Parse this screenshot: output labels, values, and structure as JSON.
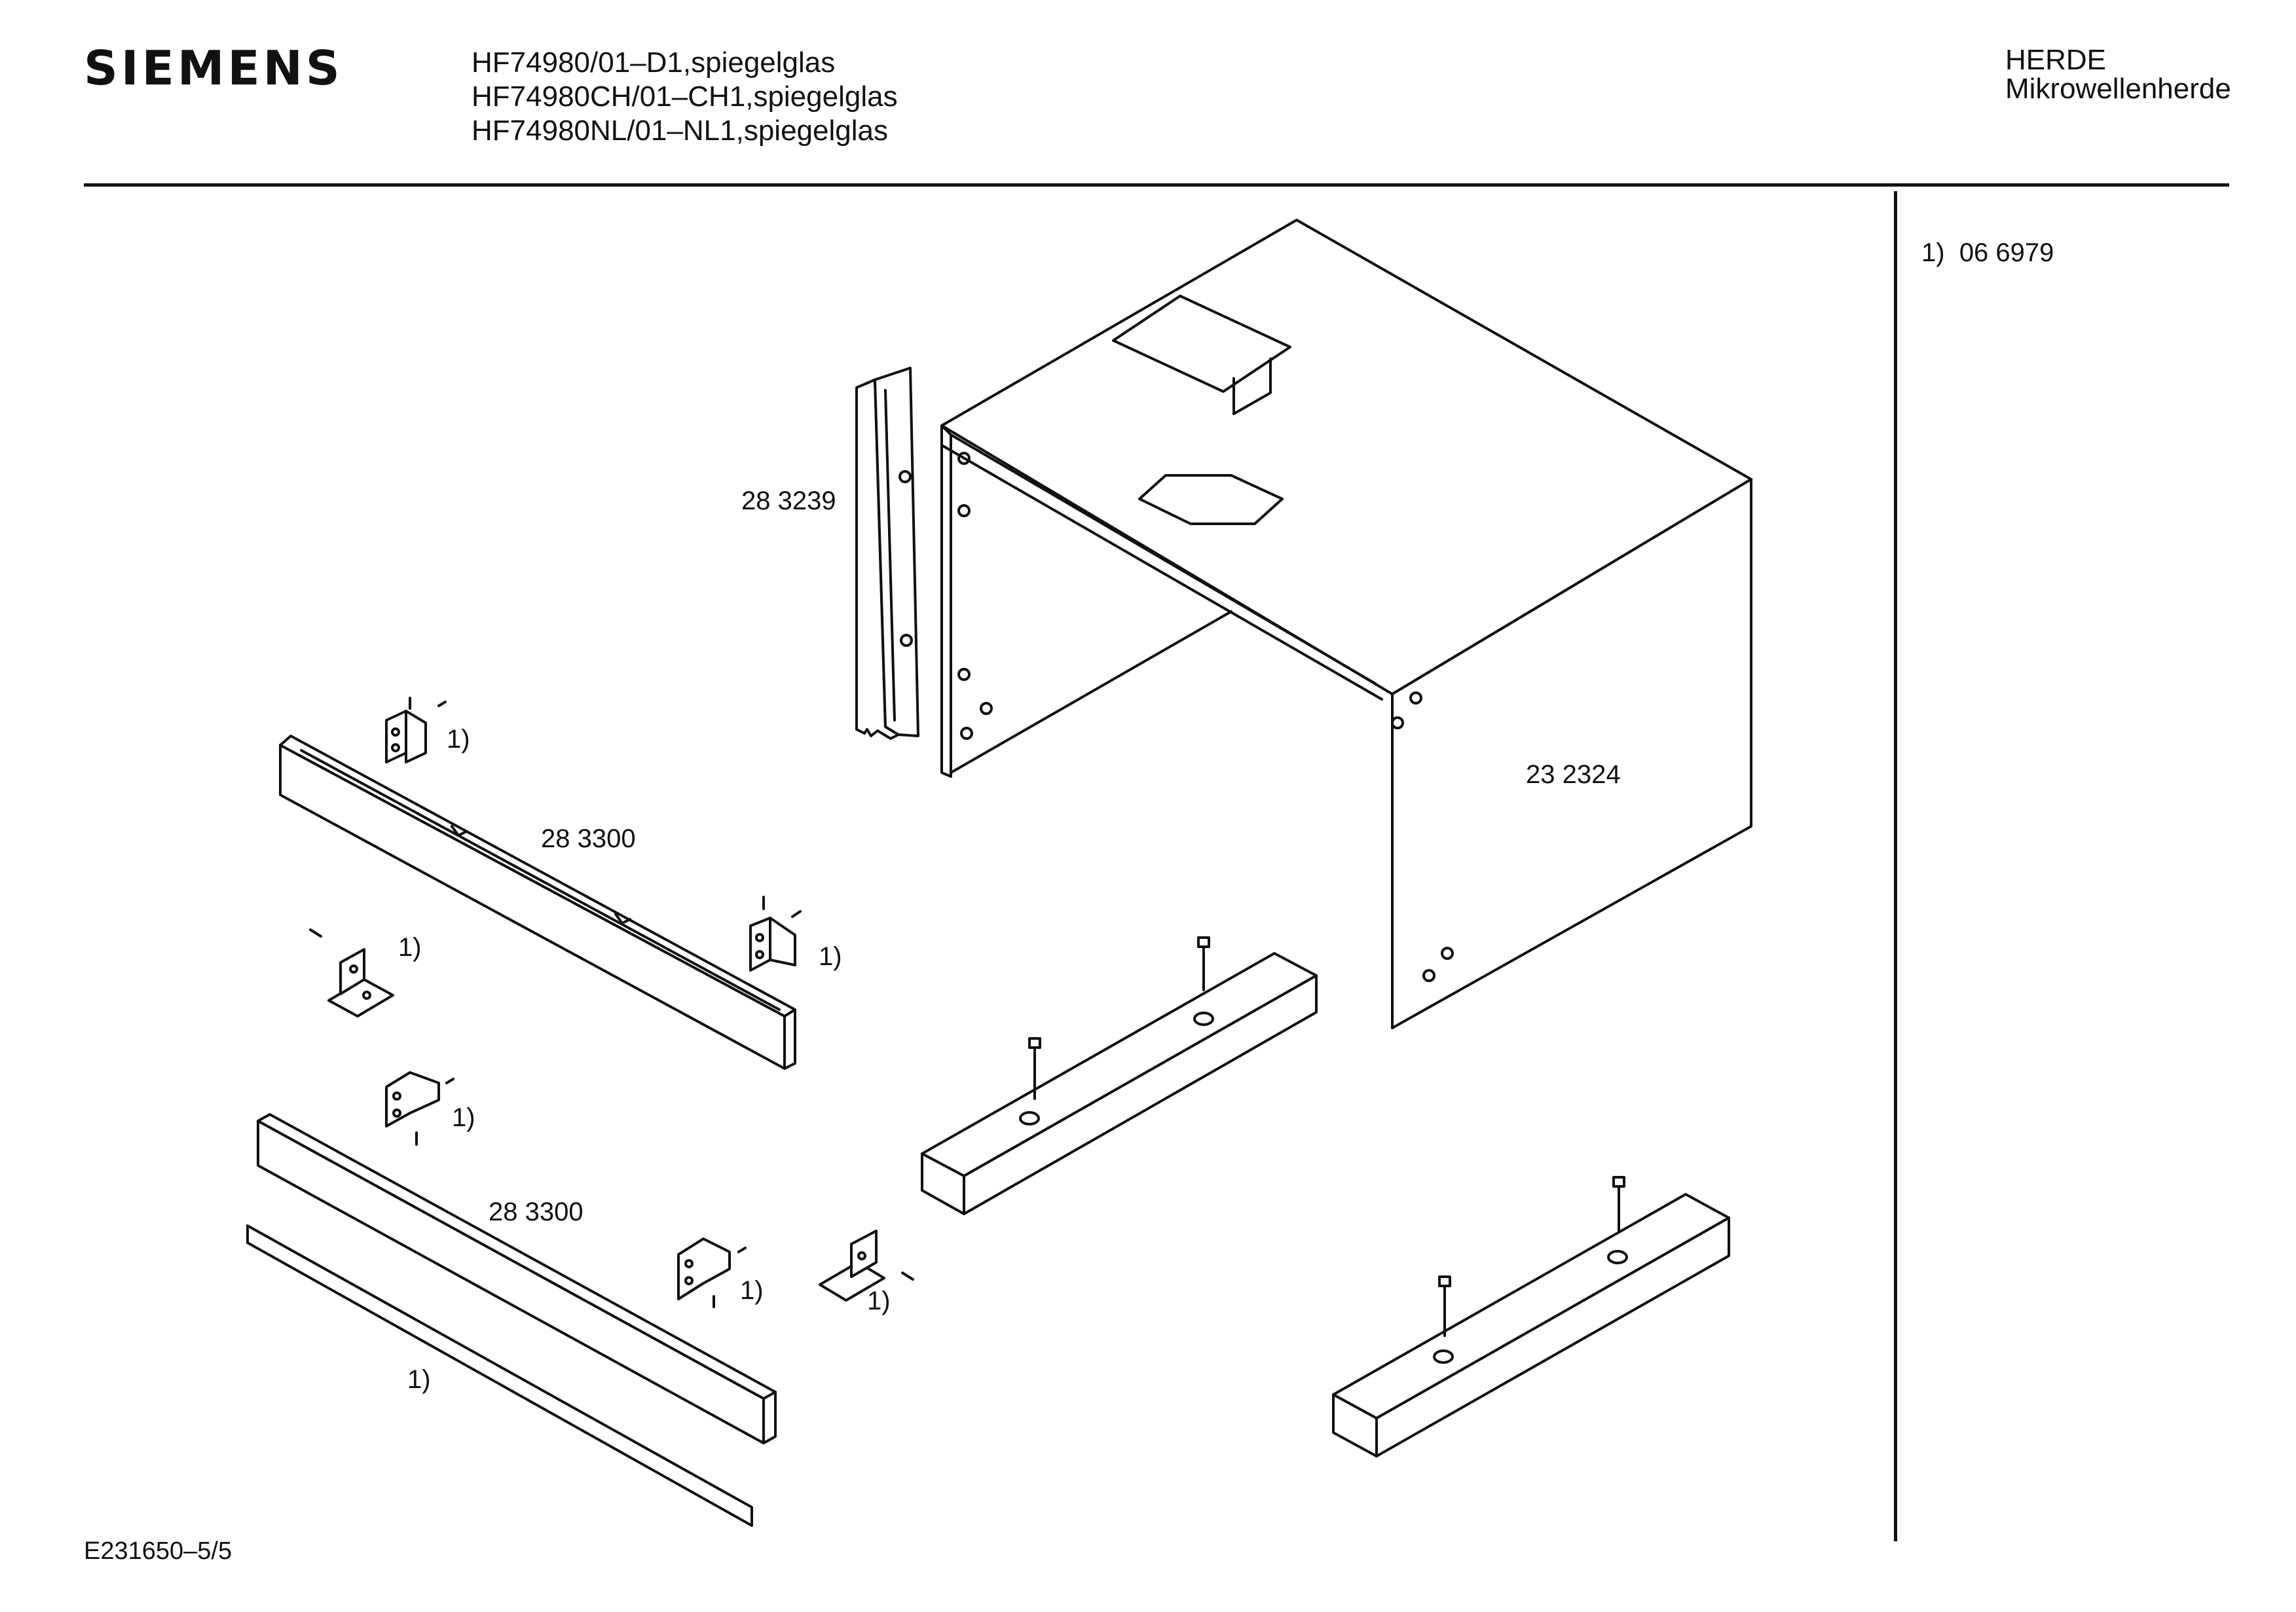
{
  "header": {
    "brand": "SIEMENS",
    "models": [
      "HF74980/01–D1,spiegelglas",
      "HF74980CH/01–CH1,spiegelglas",
      "HF74980NL/01–NL1,spiegelglas"
    ],
    "category": "HERDE",
    "subcategory": "Mikrowellenherde"
  },
  "legend": {
    "marker": "1)",
    "part_number": "06 6979"
  },
  "parts": {
    "housing": "23 2324",
    "side_rail": "28 3239",
    "upper_strip": "28 3300",
    "lower_strip": "28 3300",
    "marker": "1)"
  },
  "footer": {
    "drawing_id": "E231650–5/5"
  },
  "colors": {
    "line": "#111111",
    "background": "#ffffff"
  }
}
